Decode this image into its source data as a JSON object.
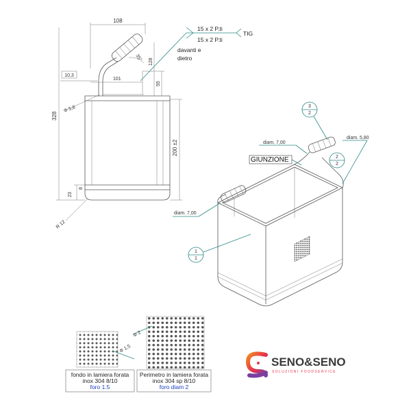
{
  "front_view": {
    "dim_width_top": "108",
    "weld_line1": "15 x 2 P.ti",
    "weld_line2": "15 x 2 P.ti",
    "weld_type": "TIG",
    "weld_note_line1": "davanti e",
    "weld_note_line2": "dietro",
    "dim_angle": "35°",
    "dim_offset_left": "10,3",
    "dim_101": "101",
    "dim_128": "128",
    "dim_55": "55",
    "dim_diameter": "Φ 5,8",
    "dim_height_total": "328",
    "dim_height_body": "200 ±2",
    "dim_23": "23",
    "dim_8": "8",
    "dim_radius": "R 12"
  },
  "iso_view": {
    "callout_3_top": "3",
    "callout_3_bottom": "2",
    "diam_700_top": "diam. 7,00",
    "diam_580": "diam. 5,80",
    "label_junction": "GIUNZIONE",
    "callout_2_top": "2",
    "callout_2_bottom": "2",
    "diam_700_left": "diam. 7,00",
    "callout_1_top": "1",
    "callout_1_bottom": "1"
  },
  "detail_bottom": {
    "dim_hole": "Φ 1,5",
    "line1": "fondo in lamiera forata",
    "line2": "inox 304  8/10",
    "line3": "foro 1.5"
  },
  "detail_perimeter": {
    "dim_hole": "Φ 2",
    "line1": "Perimetro in lamiera forata",
    "line2": "inox 304 sp 8/10",
    "line3": "foro diam 2"
  },
  "logo": {
    "name": "SENO&SENO",
    "tagline": "SOLUZIONI FOODSERVICE",
    "colors": {
      "orange": "#f08a24",
      "red": "#e8334a",
      "purple": "#7b3fa0",
      "text": "#3a3a3a"
    }
  }
}
